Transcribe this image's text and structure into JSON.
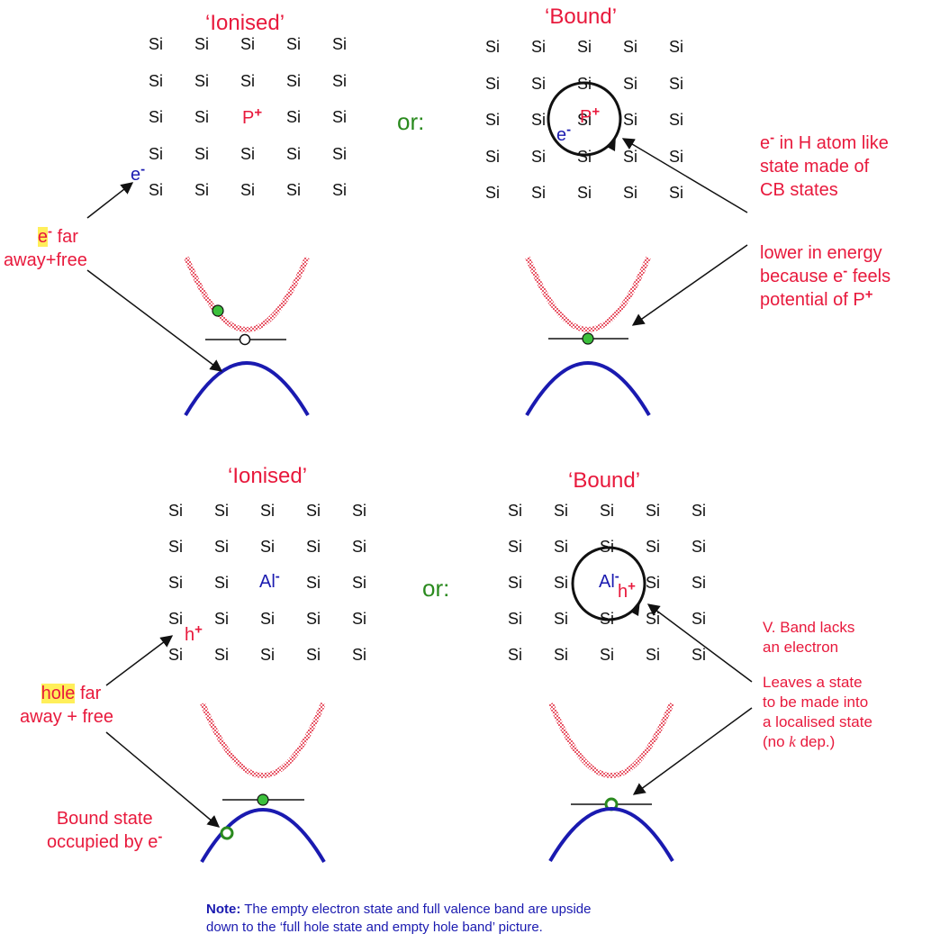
{
  "panels": {
    "top_left": {
      "title": "‘Ionised’",
      "impurity": "P",
      "impurity_charge": "+",
      "carrier": "e",
      "carrier_charge": "-"
    },
    "top_right": {
      "title": "‘Bound’",
      "impurity": "P",
      "impurity_charge": "+",
      "carrier": "e",
      "carrier_charge": "-"
    },
    "bottom_left": {
      "title": "‘Ionised’",
      "impurity": "Al",
      "impurity_charge": "-",
      "carrier": "h",
      "carrier_charge": "+"
    },
    "bottom_right": {
      "title": "‘Bound’",
      "impurity": "Al",
      "impurity_charge": "-",
      "carrier": "h",
      "carrier_charge": "+"
    }
  },
  "lattice_atom": "Si",
  "or_label": "or:",
  "labels": {
    "e_far_1": "e",
    "e_far_sup": "-",
    "e_far_2": " far",
    "e_far_3": "away+free",
    "h_atom_1": "e",
    "h_atom_sup": "-",
    "h_atom_2": " in H atom like\nstate made of\nCB states",
    "lower_1": "lower in energy\nbecause e",
    "lower_sup": "-",
    "lower_2": " feels\npotential of P",
    "lower_sup2": "+",
    "hole_1": "hole",
    "hole_2": " far\naway + free",
    "bound_state": "Bound state\noccupied by e",
    "bound_sup": "-",
    "vband": "V. Band lacks\nan electron",
    "leaves_1": "Leaves a state\nto be made into\na localised state\n(no ",
    "leaves_k": "k",
    "leaves_2": " dep.)"
  },
  "note": {
    "bold": "Note:",
    "text": " The empty electron state and full valence band are upside\ndown to the ‘full hole state and empty hole band’ picture."
  },
  "colors": {
    "red": "#e8193c",
    "blue": "#1a1ab0",
    "green": "#2a8a1e",
    "dot_green": "#3cc03c",
    "band_pink": "#f2a0a8",
    "highlight": "#ffef5a"
  }
}
